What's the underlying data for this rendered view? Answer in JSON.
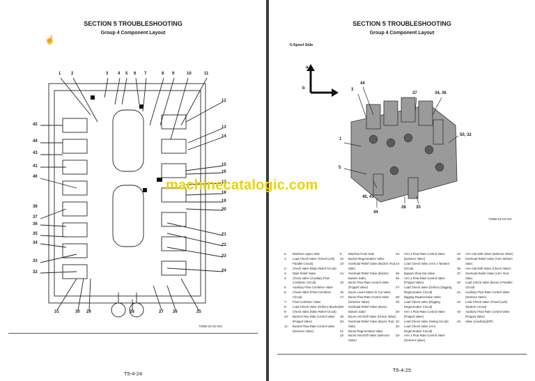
{
  "left_page": {
    "section_title": "SECTION 5 TROUBLESHOOTING",
    "group_title": "Group 4 Component Layout",
    "page_number": "T5-4-24",
    "drawing_code": "TDBB-03-03-002",
    "callouts_top": [
      "1",
      "2",
      "3",
      "4",
      "5",
      "6",
      "7",
      "8",
      "9",
      "10",
      "11"
    ],
    "callouts_left": [
      "42",
      "44",
      "43",
      "41",
      "40",
      "39",
      "37",
      "36",
      "35",
      "34",
      "33",
      "32"
    ],
    "callouts_right": [
      "12",
      "13",
      "14",
      "15",
      "16",
      "17",
      "18",
      "19",
      "20",
      "21",
      "22",
      "23",
      "24"
    ],
    "callouts_bottom": [
      "31",
      "30",
      "29",
      "28",
      "27",
      "26",
      "25"
    ]
  },
  "right_page": {
    "section_title": "SECTION 5 TROUBLESHOOTING",
    "group_title": "Group 4 Component Layout",
    "view_label": "5-Spool Side",
    "axis_a": "a",
    "axis_b": "b",
    "page_number": "T5-4-25",
    "drawing_code": "TDBB-03-03-001",
    "callouts": [
      "44",
      "3",
      "37",
      "34, 36",
      "1",
      "50, 32",
      "5",
      "40, 41",
      "44",
      "28",
      "35"
    ],
    "legend": [
      [
        {
          "n": "a-",
          "t": "Machine Upper Side"
        },
        {
          "n": "1-",
          "t": "Load Check Valve (Travel (Left) Parallel Circuit)"
        },
        {
          "n": "2-",
          "t": "Check Valve (Main Relief Circuit)"
        },
        {
          "n": "3-",
          "t": "Main Relief Valve"
        },
        {
          "n": "4-",
          "t": "Check Valve (Auxiliary Flow Combiner Circuit)"
        },
        {
          "n": "5-",
          "t": "Auxiliary Flow Combiner Valve"
        },
        {
          "n": "6-",
          "t": "Check Valve (Flow Combiner Circuit)"
        },
        {
          "n": "7-",
          "t": "Flow Combiner Valve"
        },
        {
          "n": "8-",
          "t": "Load Check Valve (Orifice) (Bucket)"
        },
        {
          "n": "9-",
          "t": "Check Valve (Main Relief Circuit)"
        },
        {
          "n": "10-",
          "t": "Bucket Flow Rate Control Valve (Poppet Valve)"
        },
        {
          "n": "11-",
          "t": "Bucket Flow Rate Control Valve (Selector Valve)"
        }
      ],
      [
        {
          "n": "b-",
          "t": "Machine Front Side"
        },
        {
          "n": "12-",
          "t": "Bucket Regenerative Valve"
        },
        {
          "n": "13-",
          "t": "Overload Relief Valve (Bucket: Rod Side)"
        },
        {
          "n": "14-",
          "t": "Overload Relief Valve (Bucket: Bottom Side)"
        },
        {
          "n": "15-",
          "t": "Boom Flow Rate Control Valve (Poppet Valve)"
        },
        {
          "n": "16-",
          "t": "Boom Lower Meter-In Cut Valve"
        },
        {
          "n": "17-",
          "t": "Boom Flow Rate Control Valve (Selector Valve)"
        },
        {
          "n": "18-",
          "t": "Overload Relief Valve (Boom: Bottom Side)"
        },
        {
          "n": "19-",
          "t": "Boom Anti-Drift Valve (Check Valve)"
        },
        {
          "n": "20-",
          "t": "Overload Relief Valve (Boom: Rod Side)"
        },
        {
          "n": "21-",
          "t": "Boom Regenerative Valve"
        },
        {
          "n": "22-",
          "t": "Boom Anti-Drift Valve (Selector Valve)"
        }
      ],
      [
        {
          "n": "23-",
          "t": "Arm 2 Flow Rate Control Valve (Selector Valve)"
        },
        {
          "n": "24-",
          "t": "Load Check Valve (Arm 2 Tandem Circuit)"
        },
        {
          "n": "25-",
          "t": "Bypass Shut-Out Valve"
        },
        {
          "n": "26-",
          "t": "Arm 2 Flow Rate Control Valve (Poppet Valve)"
        },
        {
          "n": "27-",
          "t": "Load Check Valve (Orifice) (Digging Regenerative Circuit)"
        },
        {
          "n": "28-",
          "t": "Digging Regenerative Valve"
        },
        {
          "n": "29-",
          "t": "Load Check Valve (Digging Regenerative Circuit)"
        },
        {
          "n": "30-",
          "t": "Arm 1 Flow Rate Control Valve (Poppet Valve)"
        },
        {
          "n": "31-",
          "t": "Load Check Valve (Swing Circuit)"
        },
        {
          "n": "32-",
          "t": "Load Check Valve (Arm Regenerative Circuit)"
        },
        {
          "n": "33-",
          "t": "Arm 1 Flow Rate Control Valve (Selector Valve)"
        }
      ],
      [
        {
          "n": "34-",
          "t": "Arm Anti-Drift Valve (Selector Valve)"
        },
        {
          "n": "35-",
          "t": "Overload Relief Valve (Arm: Bottom Side)"
        },
        {
          "n": "36-",
          "t": "Arm Anti-Drift Valve (Check Valve)"
        },
        {
          "n": "37-",
          "t": "Overload Relief Valve (Arm: Rod Side)"
        },
        {
          "n": "40-",
          "t": "Load Check Valve (Boom 2 Parallel Circuit)"
        },
        {
          "n": "41-",
          "t": "Auxiliary Flow Rate Control Valve (Selector Valve)"
        },
        {
          "n": "42-",
          "t": "Load Check Valve (Travel (Left) Tandem Circuit)"
        },
        {
          "n": "43-",
          "t": "Auxiliary Flow Rate Control Valve (Poppet Valve)"
        },
        {
          "n": "44-",
          "t": "Valve (Auxiliary)(OP)"
        }
      ]
    ]
  },
  "watermark": "machinecatalogic.com"
}
